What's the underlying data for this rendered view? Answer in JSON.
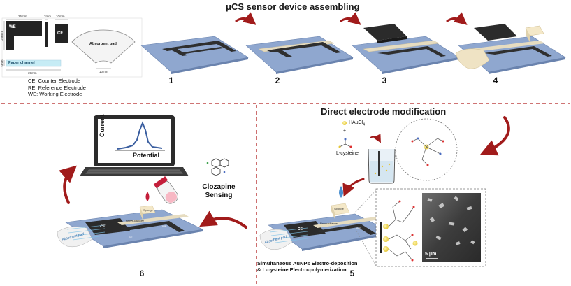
{
  "top_title": "μCS sensor device assembling",
  "mid_title": "Direct electrode modification",
  "dims": {
    "d25": "25mm",
    "d2": "2mm",
    "d10": "10mm",
    "d20": "20mm",
    "d5": "5mm",
    "d39": "39mm",
    "d10b": "10mm"
  },
  "template": {
    "we": "WE",
    "ce": "CE",
    "absorbent": "Absorbent pad",
    "paper_channel": "Paper channel"
  },
  "legend": [
    "CE: Counter Electrode",
    "RE: Reference Electrode",
    "WE: Working Electrode"
  ],
  "steps": [
    "1",
    "2",
    "3",
    "4",
    "5",
    "6"
  ],
  "plot": {
    "ylabel": "Current",
    "xlabel": "Potential"
  },
  "sensing": [
    "Clozapine",
    "Sensing"
  ],
  "reagents": {
    "haucl4": "HAuCl",
    "haucl4_sub": "4",
    "plus": "+",
    "cysteine": "L-cysteine"
  },
  "device_labels": {
    "ce": "CE",
    "paper": "Paper channel",
    "sponge": "Sponge",
    "we": "WE",
    "re": "RE",
    "pad": "Absorbent pad"
  },
  "caption": [
    "Simultaneous AuNPs Electro-deposition",
    "& L-cysteine Electro-polymerization"
  ],
  "scale_bar": "5 μm",
  "colors": {
    "dash_red": "#b22222",
    "arrow_red": "#a11b1b",
    "electrode": "#333333",
    "substrate": "#8fa7cf"
  }
}
